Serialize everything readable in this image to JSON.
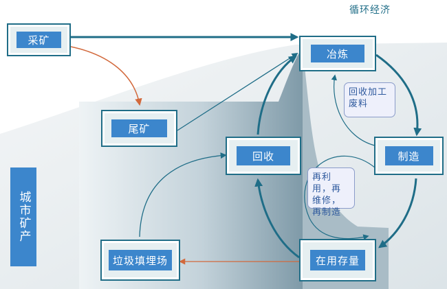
{
  "diagram": {
    "region_label": "循环经济",
    "side_label": "城市矿产",
    "nodes": {
      "mining": "采矿",
      "smelting": "冶炼",
      "tailings": "尾矿",
      "recycling": "回收",
      "manufacturing": "制造",
      "landfill": "垃圾填埋场",
      "in_use_stock": "在用存量"
    },
    "notes": {
      "scrap": "回收加工废料",
      "reuse": "再利用，再维修，再制造"
    }
  },
  "colors": {
    "arrow_main": "#1f6d87",
    "arrow_orange": "#d2693c",
    "node_fill": "#3c86cc",
    "background_shade": "#9fb4c0"
  }
}
